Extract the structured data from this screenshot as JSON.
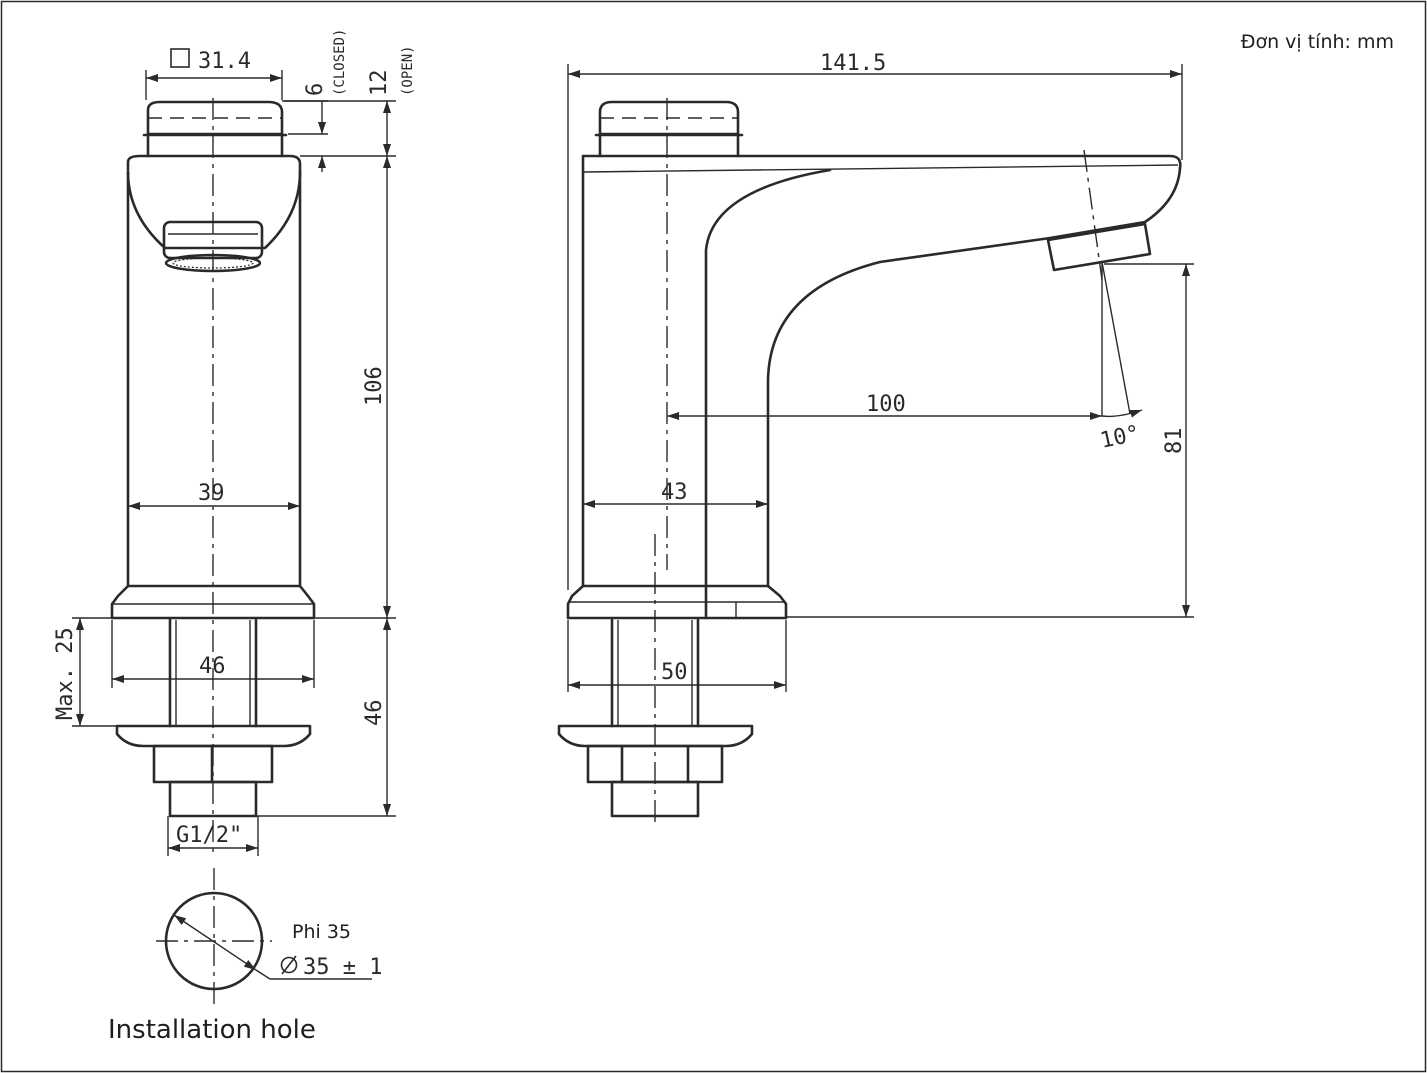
{
  "unit_note": "Đơn vị tính: mm",
  "front_view": {
    "handle_width": "31.4",
    "closed_label": "(CLOSED)",
    "open_label": "(OPEN)",
    "closed_travel": "6",
    "open_travel": "12",
    "body_height": "106",
    "body_width": "39",
    "base_width": "46",
    "max_deck": "Max. 25",
    "shank_length": "46",
    "thread": "G1/2\""
  },
  "side_view": {
    "overall_length": "141.5",
    "reach": "100",
    "spout_angle": "10°",
    "spout_height": "81",
    "body_depth": "43",
    "base_depth": "50"
  },
  "installation": {
    "title": "Installation hole",
    "phi_label": "Phi 35",
    "diameter": "35 ± 1"
  }
}
